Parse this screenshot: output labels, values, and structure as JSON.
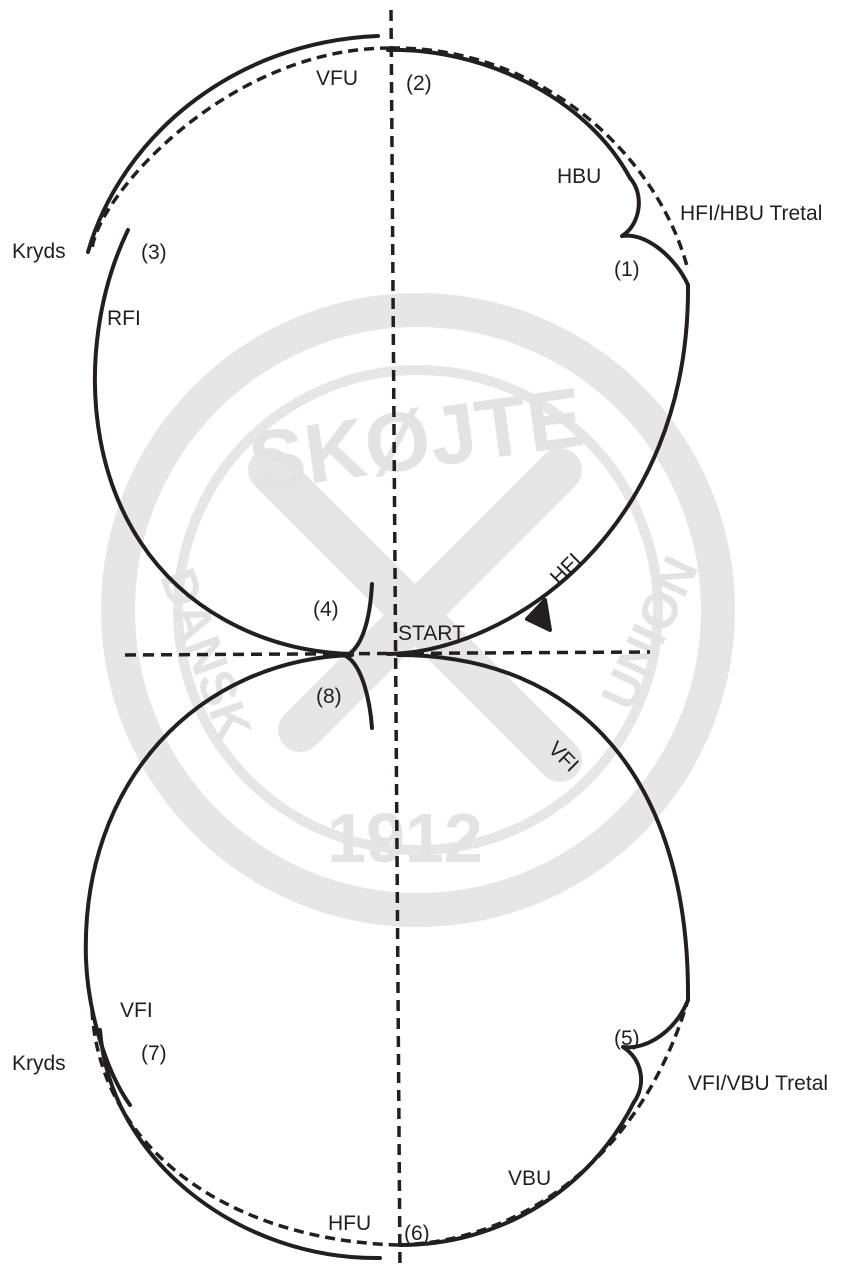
{
  "watermark": {
    "top_text": "SKØJTE",
    "year": "1912",
    "left_text": "DANSK",
    "right_text": "UNION"
  },
  "labels": {
    "vfu": "VFU",
    "n2": "(2)",
    "hbu": "HBU",
    "hfi_hbu_tretal": "HFI/HBU Tretal",
    "n1": "(1)",
    "kryds_top": "Kryds",
    "n3": "(3)",
    "rfi": "RFI",
    "hfi": "HFI",
    "n4": "(4)",
    "start": "START",
    "n8": "(8)",
    "vfi_right": "VFI",
    "vfi_left": "VFI",
    "kryds_bottom": "Kryds",
    "n7": "(7)",
    "n5": "(5)",
    "vfi_vbu_tretal": "VFI/VBU Tretal",
    "vbu": "VBU",
    "hfu": "HFU",
    "n6": "(6)"
  }
}
